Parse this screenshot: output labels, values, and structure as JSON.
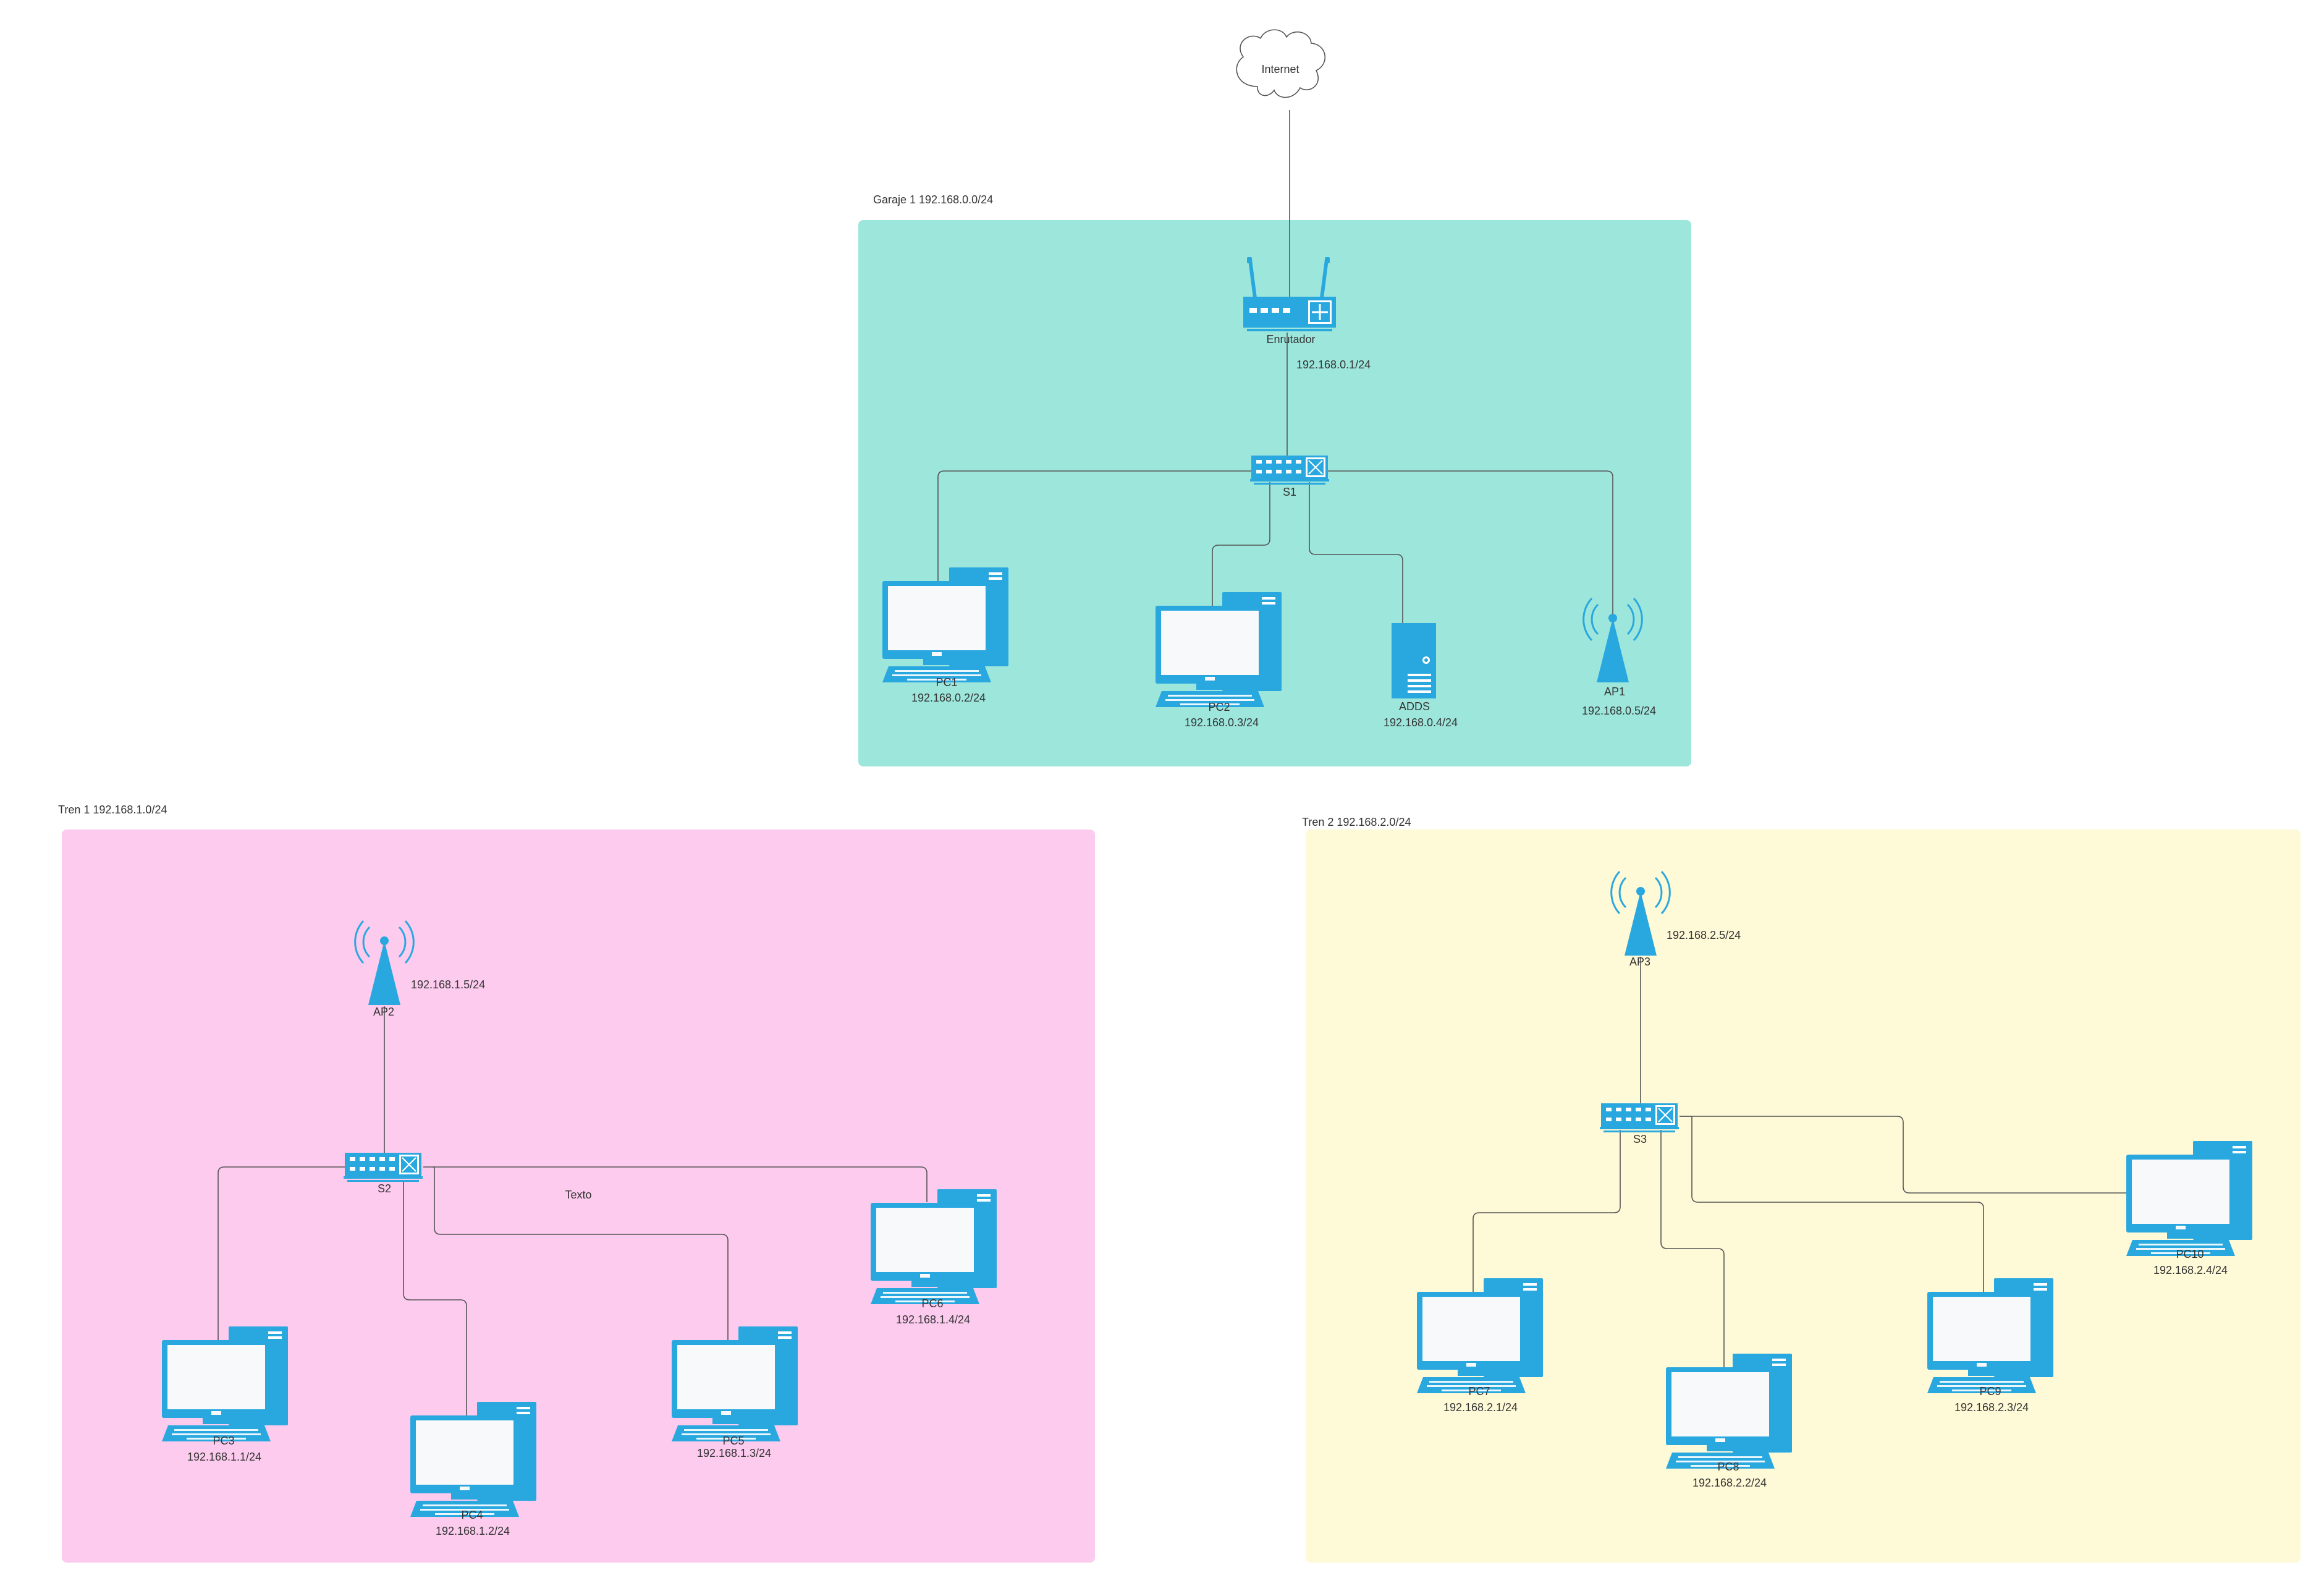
{
  "colors": {
    "device": "#29a8df",
    "screen": "#f7f9fb",
    "line": "#555555",
    "zone_garaje": "#9de6dc",
    "zone_tren1": "#fccbee",
    "zone_tren2": "#fef9d7"
  },
  "internet": {
    "label": "Internet"
  },
  "zones": {
    "garaje": {
      "title": "Garaje 1 192.168.0.0/24"
    },
    "tren1": {
      "title": "Tren 1 192.168.1.0/24"
    },
    "tren2": {
      "title": "Tren 2 192.168.2.0/24"
    }
  },
  "router": {
    "name": "Enrutador",
    "ip": "192.168.0.1/24"
  },
  "switches": {
    "s1": "S1",
    "s2": "S2",
    "s3": "S3"
  },
  "access_points": {
    "ap1": {
      "name": "AP1",
      "ip": "192.168.0.5/24"
    },
    "ap2": {
      "name": "AP2",
      "ip": "192.168.1.5/24"
    },
    "ap3": {
      "name": "AP3",
      "ip": "192.168.2.5/24"
    }
  },
  "server": {
    "name": "ADDS",
    "ip": "192.168.0.4/24"
  },
  "pcs": {
    "pc1": {
      "name": "PC1",
      "ip": "192.168.0.2/24"
    },
    "pc2": {
      "name": "PC2",
      "ip": "192.168.0.3/24"
    },
    "pc3": {
      "name": "PC3",
      "ip": "192.168.1.1/24"
    },
    "pc4": {
      "name": "PC4",
      "ip": "192.168.1.2/24"
    },
    "pc5": {
      "name": "PC5",
      "ip": "192.168.1.3/24"
    },
    "pc6": {
      "name": "PC6",
      "ip": "192.168.1.4/24"
    },
    "pc7": {
      "name": "PC7",
      "ip": "192.168.2.1/24"
    },
    "pc8": {
      "name": "PC8",
      "ip": "192.168.2.2/24"
    },
    "pc9": {
      "name": "PC9",
      "ip": "192.168.2.3/24"
    },
    "pc10": {
      "name": "PC10",
      "ip": "192.168.2.4/24"
    }
  },
  "free_text": "Texto"
}
